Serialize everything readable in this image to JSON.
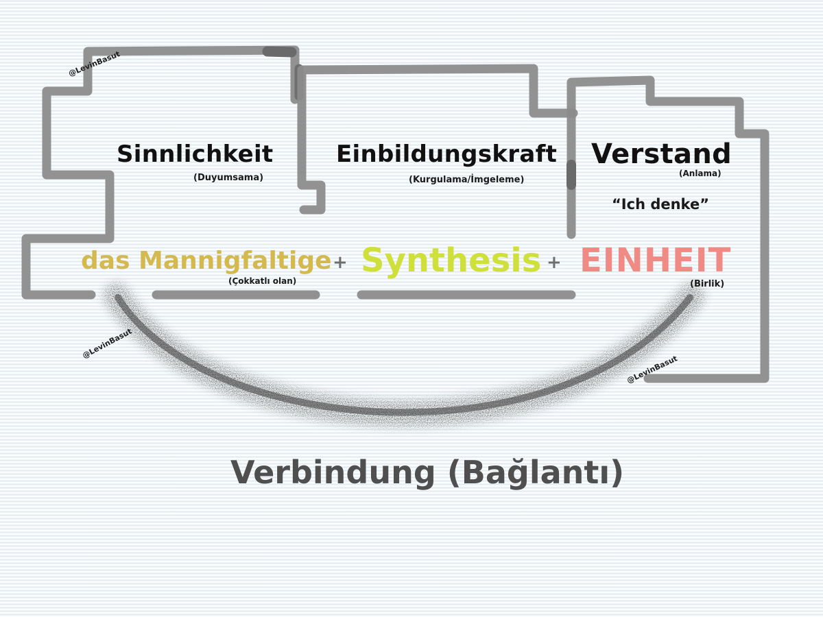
{
  "diagram": {
    "faculties": [
      {
        "title": "Sinnlichkeit",
        "subtitle": "(Duyumsama)"
      },
      {
        "title": "Einbildungskraft",
        "subtitle": "(Kurgulama/İmgeleme)"
      },
      {
        "title": "Verstand",
        "subtitle": "(Anlama)",
        "note": "“Ich denke”"
      }
    ],
    "equation": {
      "term1": {
        "label": "das Mannigfaltige",
        "subtitle": "(Çokkatlı olan)",
        "color": "#d4b94e"
      },
      "op1": "+",
      "term2": {
        "label": "Synthesis",
        "color": "#cfe03a"
      },
      "op2": "+",
      "term3": {
        "label": "EINHEIT",
        "subtitle": "(Birlik)",
        "color": "#ef8a84"
      }
    },
    "connection": {
      "label": "Verbindung (Bağlantı)",
      "color": "#4f4f4f"
    },
    "watermarks": [
      "@LevinBasut",
      "@LevinBasut",
      "@LevinBasut"
    ],
    "colors": {
      "outline": "#8c8c8c",
      "background": "#eef3f6",
      "arc": "#2b2b2b"
    }
  }
}
